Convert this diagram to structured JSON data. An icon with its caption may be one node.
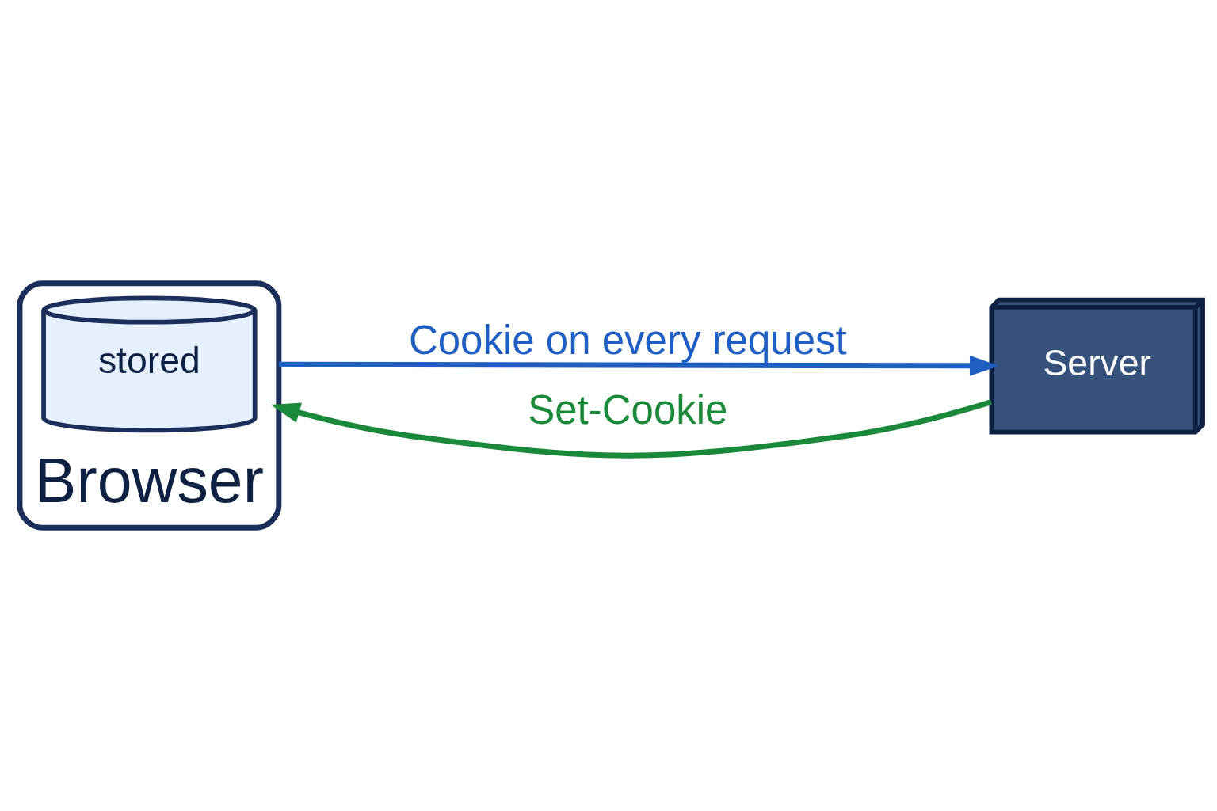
{
  "diagram": {
    "nodes": [
      {
        "text": [
          "Browser"
        ]
      },
      {
        "text": [
          "stored"
        ],
        "in": 0
      },
      {
        "text": [
          "Server"
        ]
      }
    ],
    "edges": [
      {
        "from": 0,
        "to": 2,
        "arrow": "to",
        "label": "Cookie on every request",
        "color": "#1f5fc4"
      },
      {
        "from": 2,
        "to": 0,
        "arrow": "to",
        "label": "Set-Cookie",
        "color": "#1a8a3a"
      }
    ]
  }
}
